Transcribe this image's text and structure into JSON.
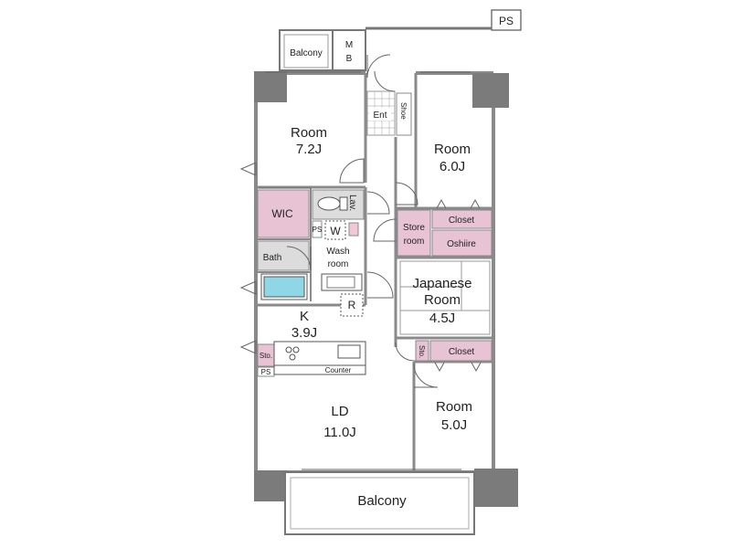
{
  "labels": {
    "ps_top": "PS",
    "balcony_small": "Balcony",
    "mb": "M\nB",
    "ent": "Ent",
    "shoe": "Shoe",
    "room1_name": "Room",
    "room1_size": "7.2J",
    "room2_name": "Room",
    "room2_size": "6.0J",
    "wic": "WIC",
    "lav": "Lav.",
    "ps_small": "PS",
    "w": "W",
    "store_room_1": "Store",
    "store_room_2": "room",
    "closet_top": "Closet",
    "oshiire": "Oshiire",
    "bath": "Bath",
    "wash_room_1": "Wash",
    "wash_room_2": "room",
    "japanese_1": "Japanese",
    "japanese_2": "Room",
    "japanese_size": "4.5J",
    "r": "R",
    "k_name": "K",
    "k_size": "3.9J",
    "sto_left": "Sto.",
    "sto_right": "Sto.",
    "closet_bottom": "Closet",
    "ps_counter": "PS",
    "counter": "Counter",
    "ld_name": "LD",
    "ld_size": "11.0J",
    "room3_name": "Room",
    "room3_size": "5.0J",
    "balcony_main": "Balcony"
  },
  "colors": {
    "wall": "#8a8a8a",
    "column": "#7b7b7b",
    "pink": "#e8c3d3",
    "gray_fill": "#dcdcdc",
    "bath_tub": "#8fd6e6"
  }
}
